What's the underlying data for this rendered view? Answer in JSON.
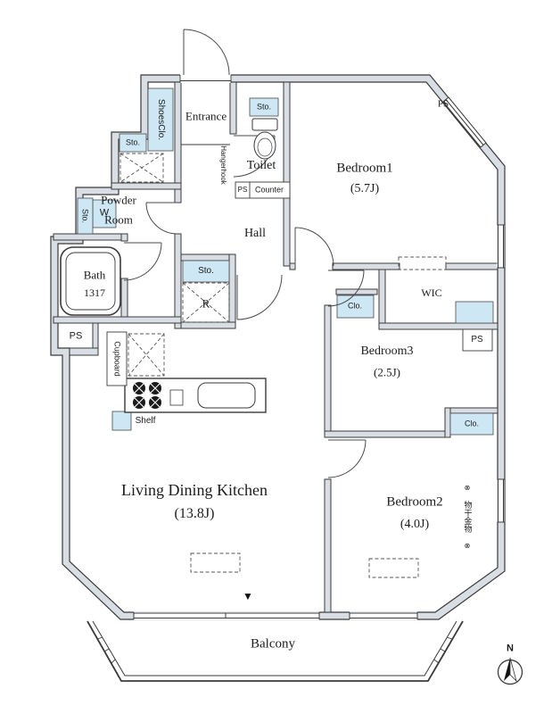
{
  "plan": {
    "rooms": {
      "entrance": "Entrance",
      "toilet": "Toilet",
      "hall": "Hall",
      "wic": "WIC",
      "balcony": "Balcony",
      "bedroom1": {
        "name": "Bedroom1",
        "size": "(5.7J)"
      },
      "bedroom2": {
        "name": "Bedroom2",
        "size": "(4.0J)"
      },
      "bedroom3": {
        "name": "Bedroom3",
        "size": "(2.5J)"
      },
      "ldk": {
        "name": "Living Dining Kitchen",
        "size": "(13.8J)"
      },
      "bath": {
        "name": "Bath",
        "size": "1317"
      },
      "powder": {
        "line1": "Powder",
        "line2": "Room"
      }
    },
    "labels": {
      "ps": "PS",
      "sto": "Sto.",
      "clo": "Clo.",
      "shoes_closet": "ShoesClo.",
      "hangerhook": "Hangerhook",
      "counter": "Counter",
      "washer": "W",
      "refrigerator": "R",
      "cupboard": "Cupboard",
      "shelf": "Shelf",
      "laundry_hardware": "物干金物",
      "north": "N"
    },
    "icons": {
      "laundry_hardware_icon": "⊗",
      "balcony_entry_icon": "▼"
    },
    "colors": {
      "wall_fill": "#d9dee4",
      "storage_fill": "#cde7f4",
      "outline": "#3a3a3a"
    }
  }
}
